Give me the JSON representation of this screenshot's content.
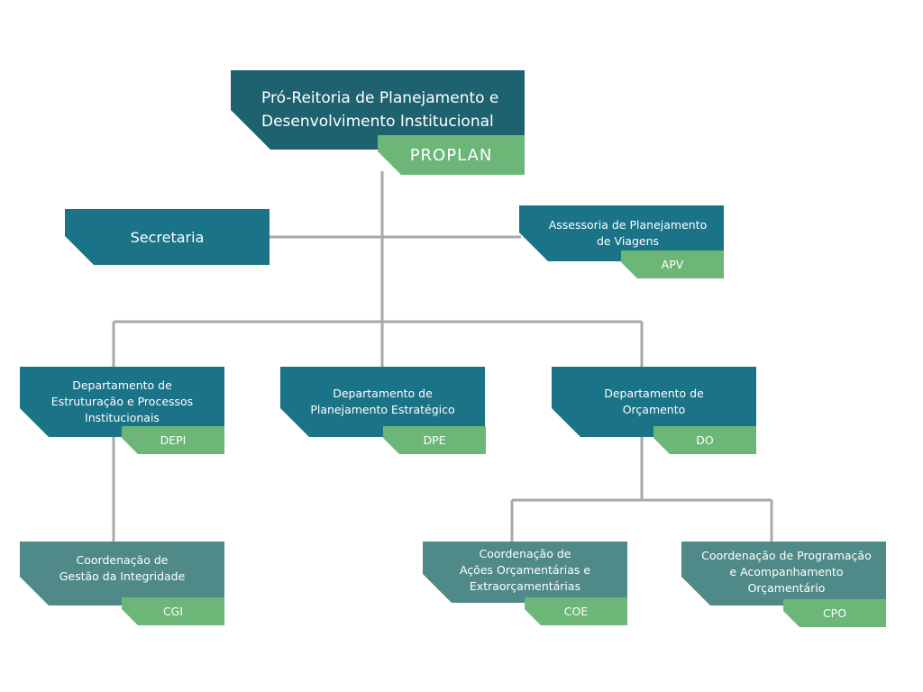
{
  "colors": {
    "primary_dark": "#1e6270",
    "department": "#1b7387",
    "coordination": "#4f8a89",
    "acronym_tag": "#6cb777",
    "connector": "#a9a9a9"
  },
  "main": {
    "title_line1": "Pró-Reitoria de Planejamento e",
    "title_line2": "Desenvolvimento Institucional",
    "acronym": "PROPLAN"
  },
  "secretaria": {
    "label": "Secretaria"
  },
  "apv": {
    "line1": "Assessoria de Planejamento",
    "line2": "de Viagens",
    "acronym": "APV"
  },
  "depi": {
    "line1": "Departamento de",
    "line2": "Estruturação e Processos",
    "line3": "Institucionais",
    "acronym": "DEPI"
  },
  "dpe": {
    "line1": "Departamento de",
    "line2": "Planejamento Estratégico",
    "acronym": "DPE"
  },
  "do": {
    "line1": "Departamento de",
    "line2": "Orçamento",
    "acronym": "DO"
  },
  "cgi": {
    "line1": "Coordenação de",
    "line2": "Gestão da Integridade",
    "acronym": "CGI"
  },
  "coe": {
    "line1": "Coordenação de",
    "line2": "Ações Orçamentárias e",
    "line3": "Extraorçamentárias",
    "acronym": "COE"
  },
  "cpo": {
    "line1": "Coordenação de Programação",
    "line2": "e Acompanhamento",
    "line3": "Orçamentário",
    "acronym": "CPO"
  }
}
